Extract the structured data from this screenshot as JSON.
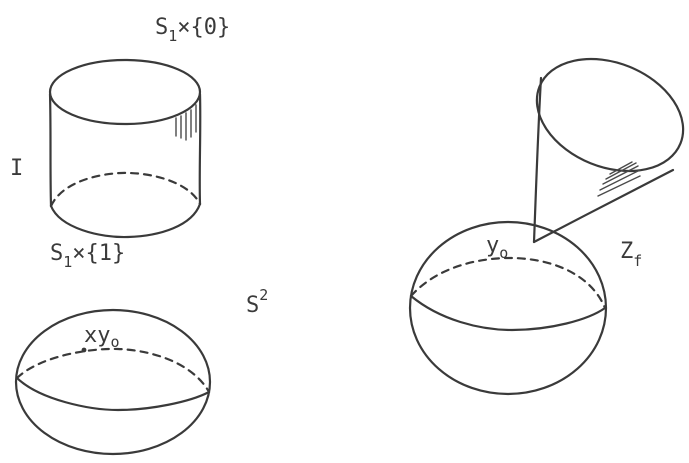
{
  "labels": {
    "top_circle": {
      "base": "S",
      "sub": "1",
      "rest": "×{0}"
    },
    "bottom_circle": {
      "base": "S",
      "sub": "1",
      "rest": "×{1}"
    },
    "interval": "I",
    "sphere": {
      "base": "S",
      "sup": "2"
    },
    "left_point": {
      "base": "xy",
      "sub": "o"
    },
    "right_point": {
      "base": "y",
      "sub": "o"
    },
    "cone": {
      "base": "Z",
      "sub": "f"
    }
  }
}
